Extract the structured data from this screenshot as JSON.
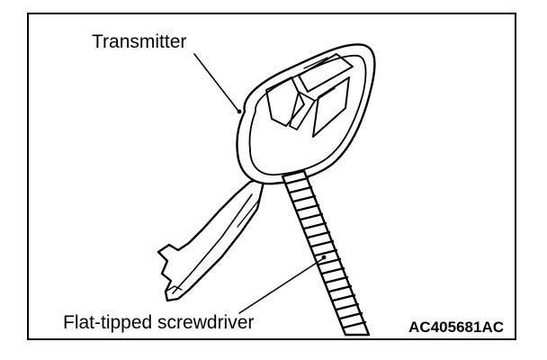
{
  "figure": {
    "callouts": {
      "transmitter": "Transmitter",
      "screwdriver": "Flat-tipped screwdriver"
    },
    "figure_code": "AC405681AC"
  }
}
